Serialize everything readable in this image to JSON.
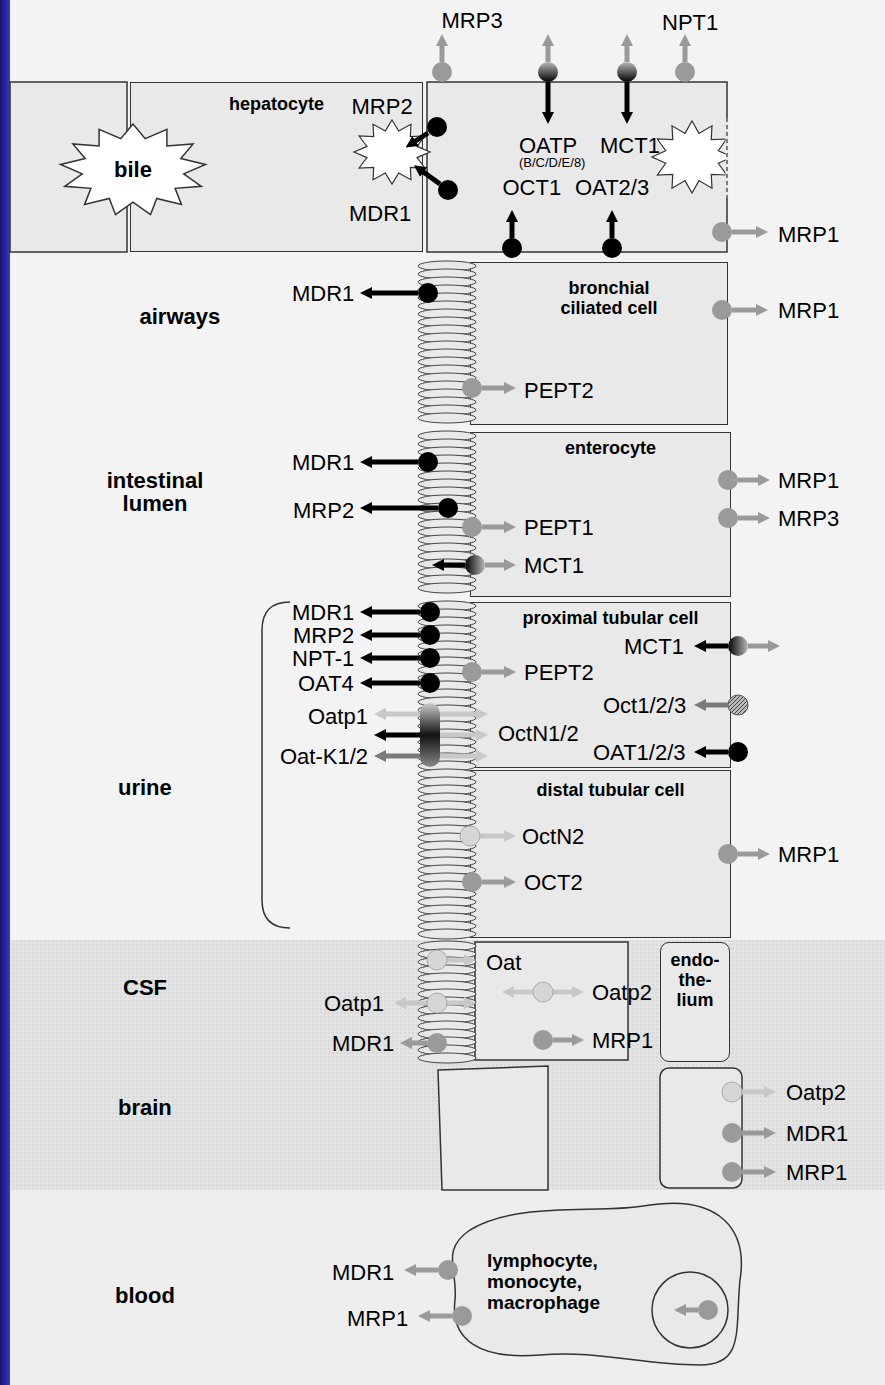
{
  "diagram": {
    "nodes": [
      {
        "text": [
          "hepatocyte"
        ]
      },
      {
        "text": [
          "bile"
        ]
      },
      {
        "text": [
          "bronchial ciliated cell"
        ]
      },
      {
        "text": [
          "enterocyte"
        ]
      },
      {
        "text": [
          "proximal tubular cell"
        ]
      },
      {
        "text": [
          "distal tubular cell"
        ]
      },
      {
        "text": [
          "endo- the- lium"
        ]
      },
      {
        "text": [
          "lymphocyte, monocyte, macrophage"
        ]
      }
    ],
    "labels": [
      "MRP3",
      "NPT1",
      "MRP2",
      "OATP",
      "MCT1",
      "(B/C/D/E/8)",
      "MDR1",
      "OCT1",
      "OAT2/3",
      "MRP1",
      "airways",
      "MDR1",
      "MRP1",
      "PEPT2",
      "intestinal lumen",
      "MDR1",
      "MRP1",
      "MRP2",
      "PEPT1",
      "MRP3",
      "MCT1",
      "MDR1",
      "MRP2",
      "NPT-1",
      "OAT4",
      "Oatp1",
      "Oat-K1/2",
      "PEPT2",
      "MCT1",
      "OctN1/2",
      "Oct1/2/3",
      "OAT1/2/3",
      "urine",
      "OctN2",
      "OCT2",
      "MRP1",
      "CSF",
      "Oat",
      "Oatp1",
      "Oatp2",
      "MDR1",
      "MRP1",
      "brain",
      "Oatp2",
      "MDR1",
      "MRP1",
      "blood",
      "MDR1",
      "MRP1"
    ]
  }
}
